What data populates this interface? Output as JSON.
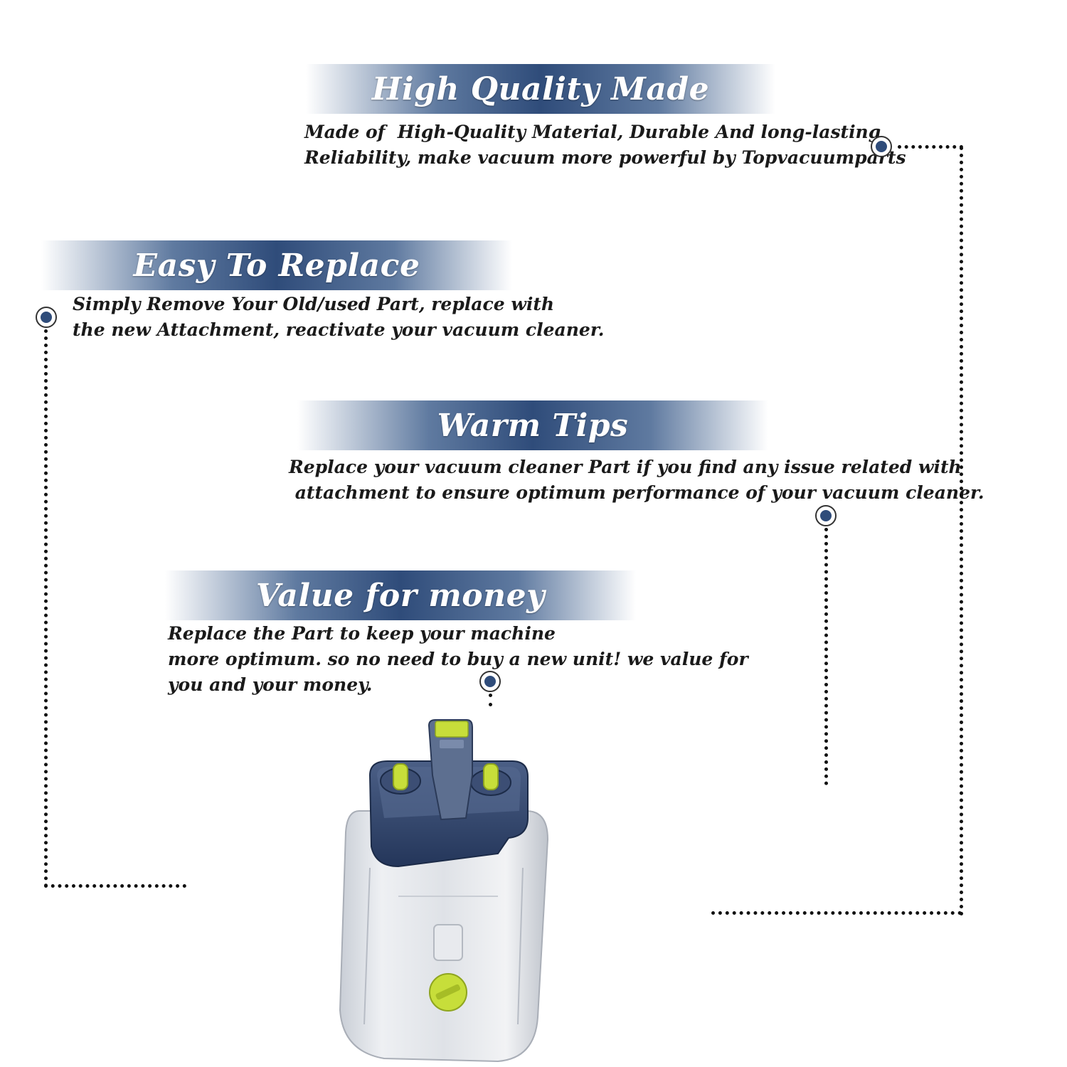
{
  "features": [
    {
      "title": "High Quality Made",
      "description": "Made of  High-Quality Material, Durable And long-lasting\nReliability, make vacuum more powerful by Topvacuumparts"
    },
    {
      "title": "Easy To Replace",
      "description": "Simply Remove Your Old/used Part, replace with\nthe new Attachment, reactivate your vacuum cleaner."
    },
    {
      "title": "Warm Tips",
      "description": "Replace your vacuum cleaner Part if you find any issue related with\n attachment to ensure optimum performance of your vacuum cleaner."
    },
    {
      "title": "Value for money",
      "description": "Replace the Part to keep your machine\nmore optimum. so no need to buy a new unit! we value for\nyou and your money."
    }
  ],
  "colors": {
    "banner_dark": "#2f4c7a",
    "banner_mid": "#5f7aa0",
    "accent_green": "#c7de3a",
    "lid_blue": "#34466b"
  }
}
